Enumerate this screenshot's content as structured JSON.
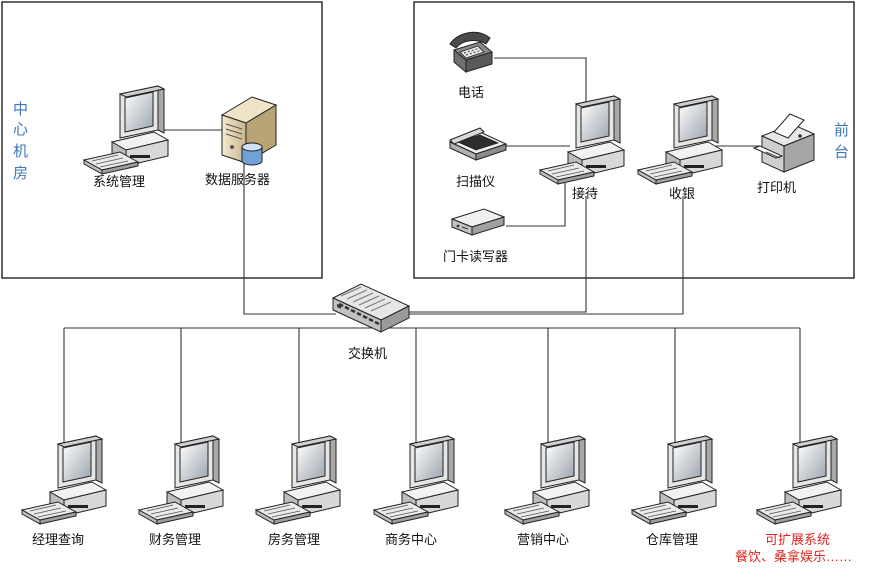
{
  "sections": {
    "center": [
      "中",
      "心",
      "机",
      "房"
    ],
    "front": [
      "前",
      "台"
    ]
  },
  "nodes": {
    "sysadmin": "系统管理",
    "dbserver": "数据服务器",
    "phone": "电话",
    "scanner": "扫描仪",
    "cardrw": "门卡读写器",
    "reception": "接待",
    "cashier": "收银",
    "printer": "打印机",
    "switch": "交换机"
  },
  "clients": [
    {
      "id": "manager",
      "label": "经理查询"
    },
    {
      "id": "finance",
      "label": "财务管理"
    },
    {
      "id": "rooms",
      "label": "房务管理"
    },
    {
      "id": "business",
      "label": "商务中心"
    },
    {
      "id": "marketing",
      "label": "营销中心"
    },
    {
      "id": "warehouse",
      "label": "仓库管理"
    },
    {
      "id": "extension",
      "label": "可扩展系统",
      "sublabel": "餐饮、桑拿娱乐……"
    }
  ],
  "colors": {
    "section_label": "#3b78b7",
    "extension_label": "#e0261f",
    "line": "#333333"
  }
}
